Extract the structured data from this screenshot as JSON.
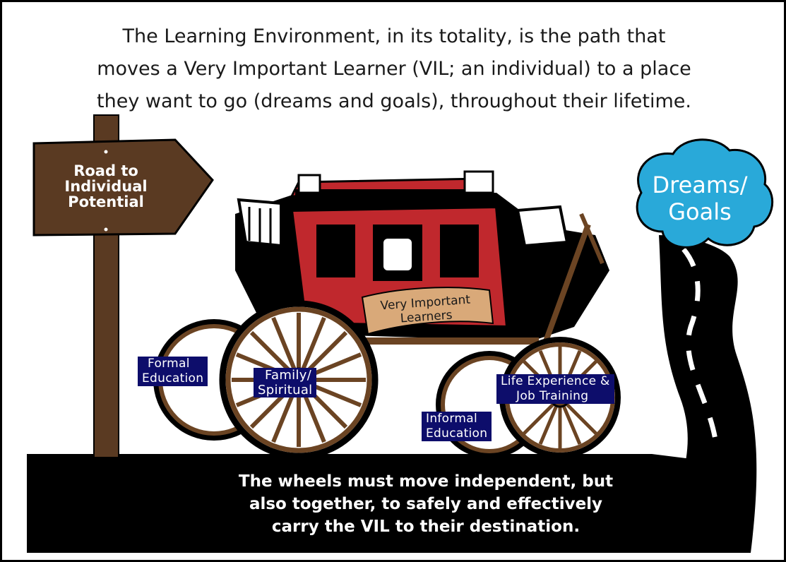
{
  "intro": {
    "line1": "The Learning Environment, in its totality, is the path that",
    "line2": "moves a Very Important Learner (VIL; an individual) to a place",
    "line3": "they want to go (dreams and goals), throughout their lifetime."
  },
  "sign": {
    "line1": "Road to",
    "line2": "Individual",
    "line3": "Potential"
  },
  "cloud": {
    "line1": "Dreams/",
    "line2": "Goals"
  },
  "banner": {
    "line1": "Very Important",
    "line2": "Learners"
  },
  "wheels": {
    "formal": {
      "line1": "Formal",
      "line2": "Education"
    },
    "family": {
      "line1": "Family/",
      "line2": "Spiritual"
    },
    "informal": {
      "line1": "Informal",
      "line2": "Education"
    },
    "life": {
      "line1": "Life Experience &",
      "line2": "Job Training"
    }
  },
  "caption": {
    "line1": "The wheels must move independent, but",
    "line2": "also together, to safely and effectively",
    "line3": "carry the VIL to their destination."
  },
  "colors": {
    "road": "#000000",
    "wood": "#5a3a22",
    "coach_red": "#c0282d",
    "wheel": "#6b4423",
    "cloud": "#29a9d9",
    "label_bg": "#0d0d6b",
    "banner": "#d9a979"
  }
}
